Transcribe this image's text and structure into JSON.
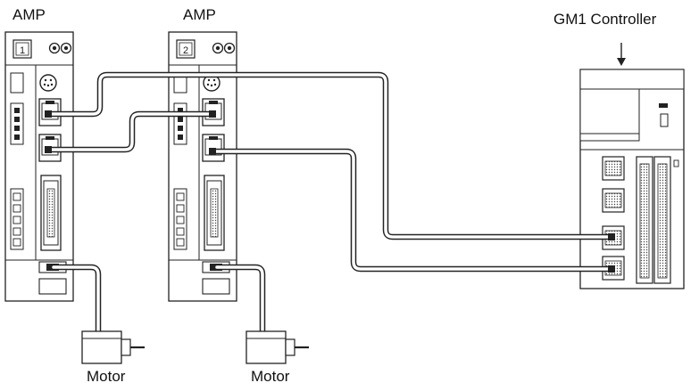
{
  "diagram": {
    "amps": [
      {
        "title": "AMP",
        "display": "1"
      },
      {
        "title": "AMP",
        "display": "2"
      }
    ],
    "controller": {
      "title": "GM1 Controller"
    },
    "motors": [
      {
        "label": "Motor"
      },
      {
        "label": "Motor"
      }
    ]
  }
}
